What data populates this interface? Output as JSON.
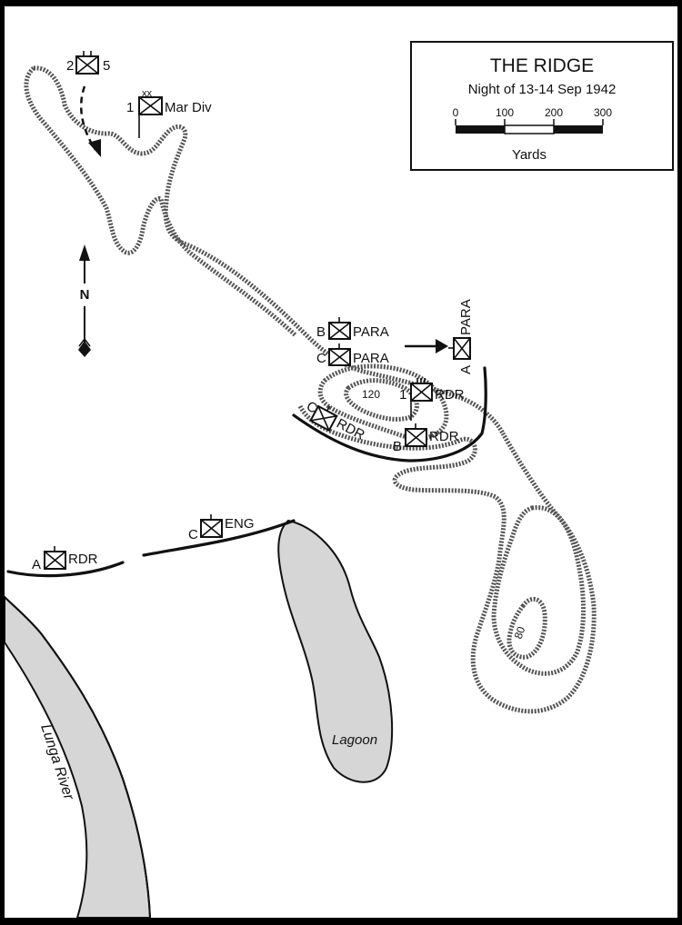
{
  "legend": {
    "title": "THE RIDGE",
    "subtitle": "Night of 13-14 Sep 1942",
    "scale_ticks": [
      "0",
      "100",
      "200",
      "300"
    ],
    "scale_unit": "Yards"
  },
  "north_label": "N",
  "units": {
    "u_2_5": {
      "prefix": "2",
      "suffix": "5"
    },
    "u_1_mardiv": {
      "prefix": "1",
      "suffix": "Mar Div"
    },
    "u_b_para": {
      "prefix": "B",
      "suffix": "PARA"
    },
    "u_c_para": {
      "prefix": "C",
      "suffix": "PARA"
    },
    "u_a_para": {
      "prefix": "A",
      "suffix": "PARA"
    },
    "u_1_rdr": {
      "prefix": "1",
      "suffix": "RDR"
    },
    "u_c_rdr": {
      "prefix": "C",
      "suffix": "RDR"
    },
    "u_b_rdr": {
      "prefix": "B",
      "suffix": "RDR"
    },
    "u_c_eng": {
      "prefix": "C",
      "suffix": "ENG"
    },
    "u_a_rdr": {
      "prefix": "A",
      "suffix": "RDR"
    }
  },
  "elevations": {
    "hill_120": "120",
    "hill_80": "80"
  },
  "features": {
    "lagoon": "Lagoon",
    "river": "Lunga River"
  }
}
